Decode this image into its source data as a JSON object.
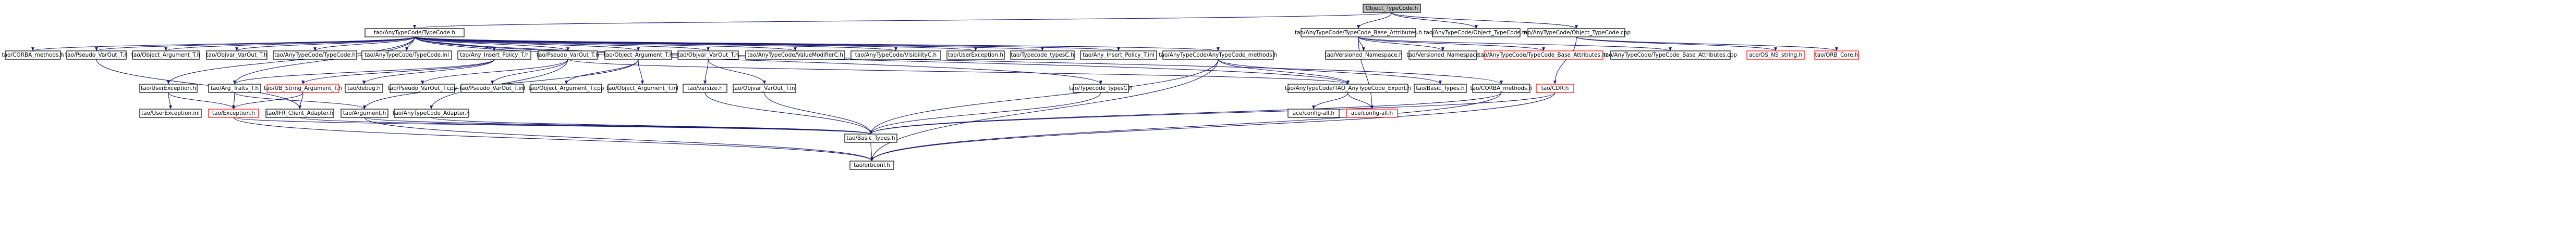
{
  "colors": {
    "edge": "#191970",
    "node_border": "#000000",
    "missing_border": "#ff0000",
    "root_fill": "#bfbfbf",
    "text": "#000000"
  },
  "nodes": {
    "root": {
      "label": "Object_TypeCode.h"
    },
    "anytypecode": {
      "label": "tao/AnyTypeCode/TypeCode.h"
    },
    "base_attributes": {
      "label": "tao/AnyTypeCode/TypeCode_Base_Attributes.h"
    },
    "object_typecode_inl": {
      "label": "tao/AnyTypeCode/Object_TypeCode.inl"
    },
    "object_typecode_cpp": {
      "label": "tao/AnyTypeCode/Object_TypeCode.cpp"
    },
    "corba_methods_h": {
      "label": "tao/CORBA_methods.h"
    },
    "pseudo_varout_t_h_top": {
      "label": "tao/Pseudo_VarOut_T.h"
    },
    "object_argument_t_h_top": {
      "label": "tao/Object_Argument_T.h"
    },
    "objvar_out_t_top": {
      "label": "tao/Objvar_VarOut_T.h"
    },
    "anytypecode_typecode_h": {
      "label": "tao/AnyTypeCode/TypeCode.h"
    },
    "anytypecode_typecode_inl": {
      "label": "tao/AnyTypeCode/TypeCode.inl"
    },
    "any_insert_policy_t_h": {
      "label": "tao/Any_Insert_Policy_T.h"
    },
    "pseudo_varout_t_h": {
      "label": "tao/Pseudo_VarOut_T.h"
    },
    "object_argument_t_h": {
      "label": "tao/Object_Argument_T.h"
    },
    "objvar_out_t_h": {
      "label": "tao/Objvar_VarOut_T.h"
    },
    "valuemodifier": {
      "label": "tao/AnyTypeCode/ValueModifierC.h"
    },
    "visibility": {
      "label": "tao/AnyTypeCode/VisibilityC.h"
    },
    "userexception_h_top": {
      "label": "tao/UserException.h"
    },
    "typecode_typesc_h": {
      "label": "tao/Typecode_typesC.h"
    },
    "any_insert_policy_t_inl": {
      "label": "tao/Any_Insert_Policy_T.inl"
    },
    "anytypecode_methods": {
      "label": "tao/AnyTypeCode/AnyTypeCode_methods.h"
    },
    "versioned_ns_h": {
      "label": "tao/Versioned_Namespace.h"
    },
    "versioned_ns": {
      "label": "tao/Versioned_Namespace"
    },
    "base_attributes_inl": {
      "label": "tao/AnyTypeCode/TypeCode_Base_Attributes.inl"
    },
    "base_attributes_cpp": {
      "label": "tao/AnyTypeCode/TypeCode_Base_Attributes.cpp"
    },
    "os_ns_string": {
      "label": "ace/OS_NS_string.h"
    },
    "orb_core": {
      "label": "tao/ORB_Core.h"
    },
    "userexception_h": {
      "label": "tao/UserException.h"
    },
    "arg_traits_t": {
      "label": "tao/Arg_Traits_T.h"
    },
    "utl_string_argument": {
      "label": "tao/UB_String_Argument_T.h"
    },
    "debug_h": {
      "label": "tao/debug.h"
    },
    "pseudo_varout_t_cpp": {
      "label": "tao/Pseudo_VarOut_T.cpp"
    },
    "pseudo_varout_t_inl": {
      "label": "tao/Pseudo_VarOut_T.inl"
    },
    "object_argument_t_cpp": {
      "label": "tao/Object_Argument_T.cpp"
    },
    "object_argument_t_inl": {
      "label": "tao/Object_Argument_T.inl"
    },
    "varsize": {
      "label": "tao/varsize.h"
    },
    "objvar_out_t_inl": {
      "label": "tao/Objvar_VarOut_T.inl"
    },
    "typecode_typesc": {
      "label": "tao/Typecode_typesC.h"
    },
    "anytypecode_tao_export": {
      "label": "tao/AnyTypeCode/TAO_AnyTypeCode_Export.h"
    },
    "basic_types_top": {
      "label": "tao/Basic_Types.h"
    },
    "corba_methods": {
      "label": "tao/CORBA_methods.h"
    },
    "cdr_h": {
      "label": "tao/CDR.h"
    },
    "userexception_inl": {
      "label": "tao/UserException.inl"
    },
    "exception_h": {
      "label": "tao/Exception.h"
    },
    "ifr_client_adapter": {
      "label": "tao/IFR_Client_Adapter.h"
    },
    "argument_h": {
      "label": "tao/Argument.h"
    },
    "anytypecode_adapter": {
      "label": "tao/AnyTypeCode_Adapter.h"
    },
    "ace_config_all": {
      "label": "ace/config-all.h"
    },
    "ace_config_all_missing": {
      "label": "ace/config-all.h"
    },
    "basic_types": {
      "label": "tao/Basic_Types.h"
    },
    "orbconf": {
      "label": "tao/orbconf.h"
    }
  }
}
